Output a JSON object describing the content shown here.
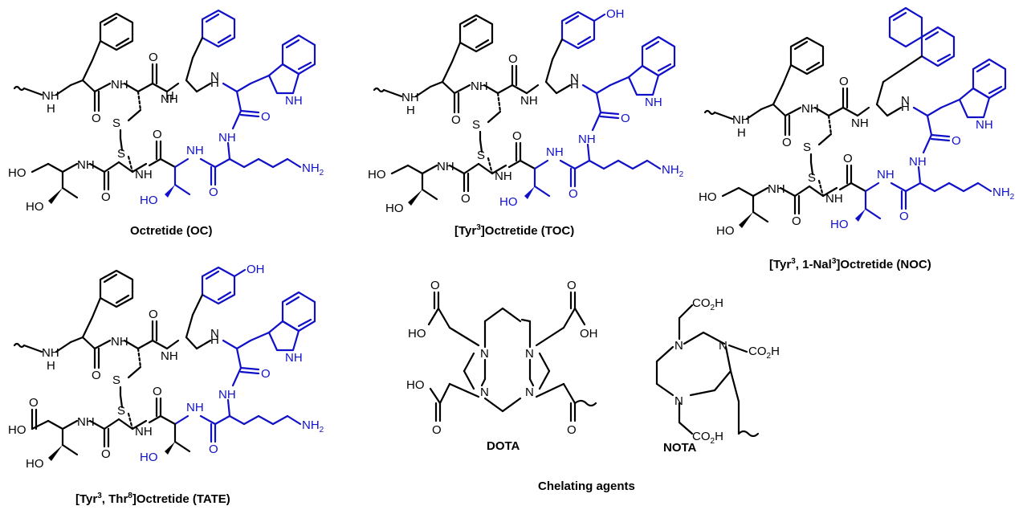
{
  "molecules": {
    "oc": {
      "name": "Octretide (OC)"
    },
    "toc": {
      "prefix": "[Tyr",
      "sup1": "3",
      "suffix": "]Octretide (TOC)"
    },
    "noc": {
      "prefix": "[Tyr",
      "sup1": "3",
      "mid": ", 1-Nal",
      "sup2": "3",
      "suffix": "]Octretide (NOC)"
    },
    "tate": {
      "prefix": "[Tyr",
      "sup1": "3",
      "mid": ", Thr",
      "sup2": "8",
      "suffix": "]Octretide (TATE)"
    },
    "dota": {
      "name": "DOTA"
    },
    "nota": {
      "name": "NOTA"
    }
  },
  "section_label": "Chelating agents",
  "atoms": {
    "nh": "NH",
    "h": "H",
    "n": "N",
    "s": "S",
    "o": "O",
    "ho": "HO",
    "oh": "OH",
    "nh2": "NH",
    "nh2_sub": "2",
    "co2h": "CO",
    "co2h_sub": "2",
    "co2h_tail": "H"
  },
  "colors": {
    "black": "#000000",
    "blue": "#1010c8"
  }
}
